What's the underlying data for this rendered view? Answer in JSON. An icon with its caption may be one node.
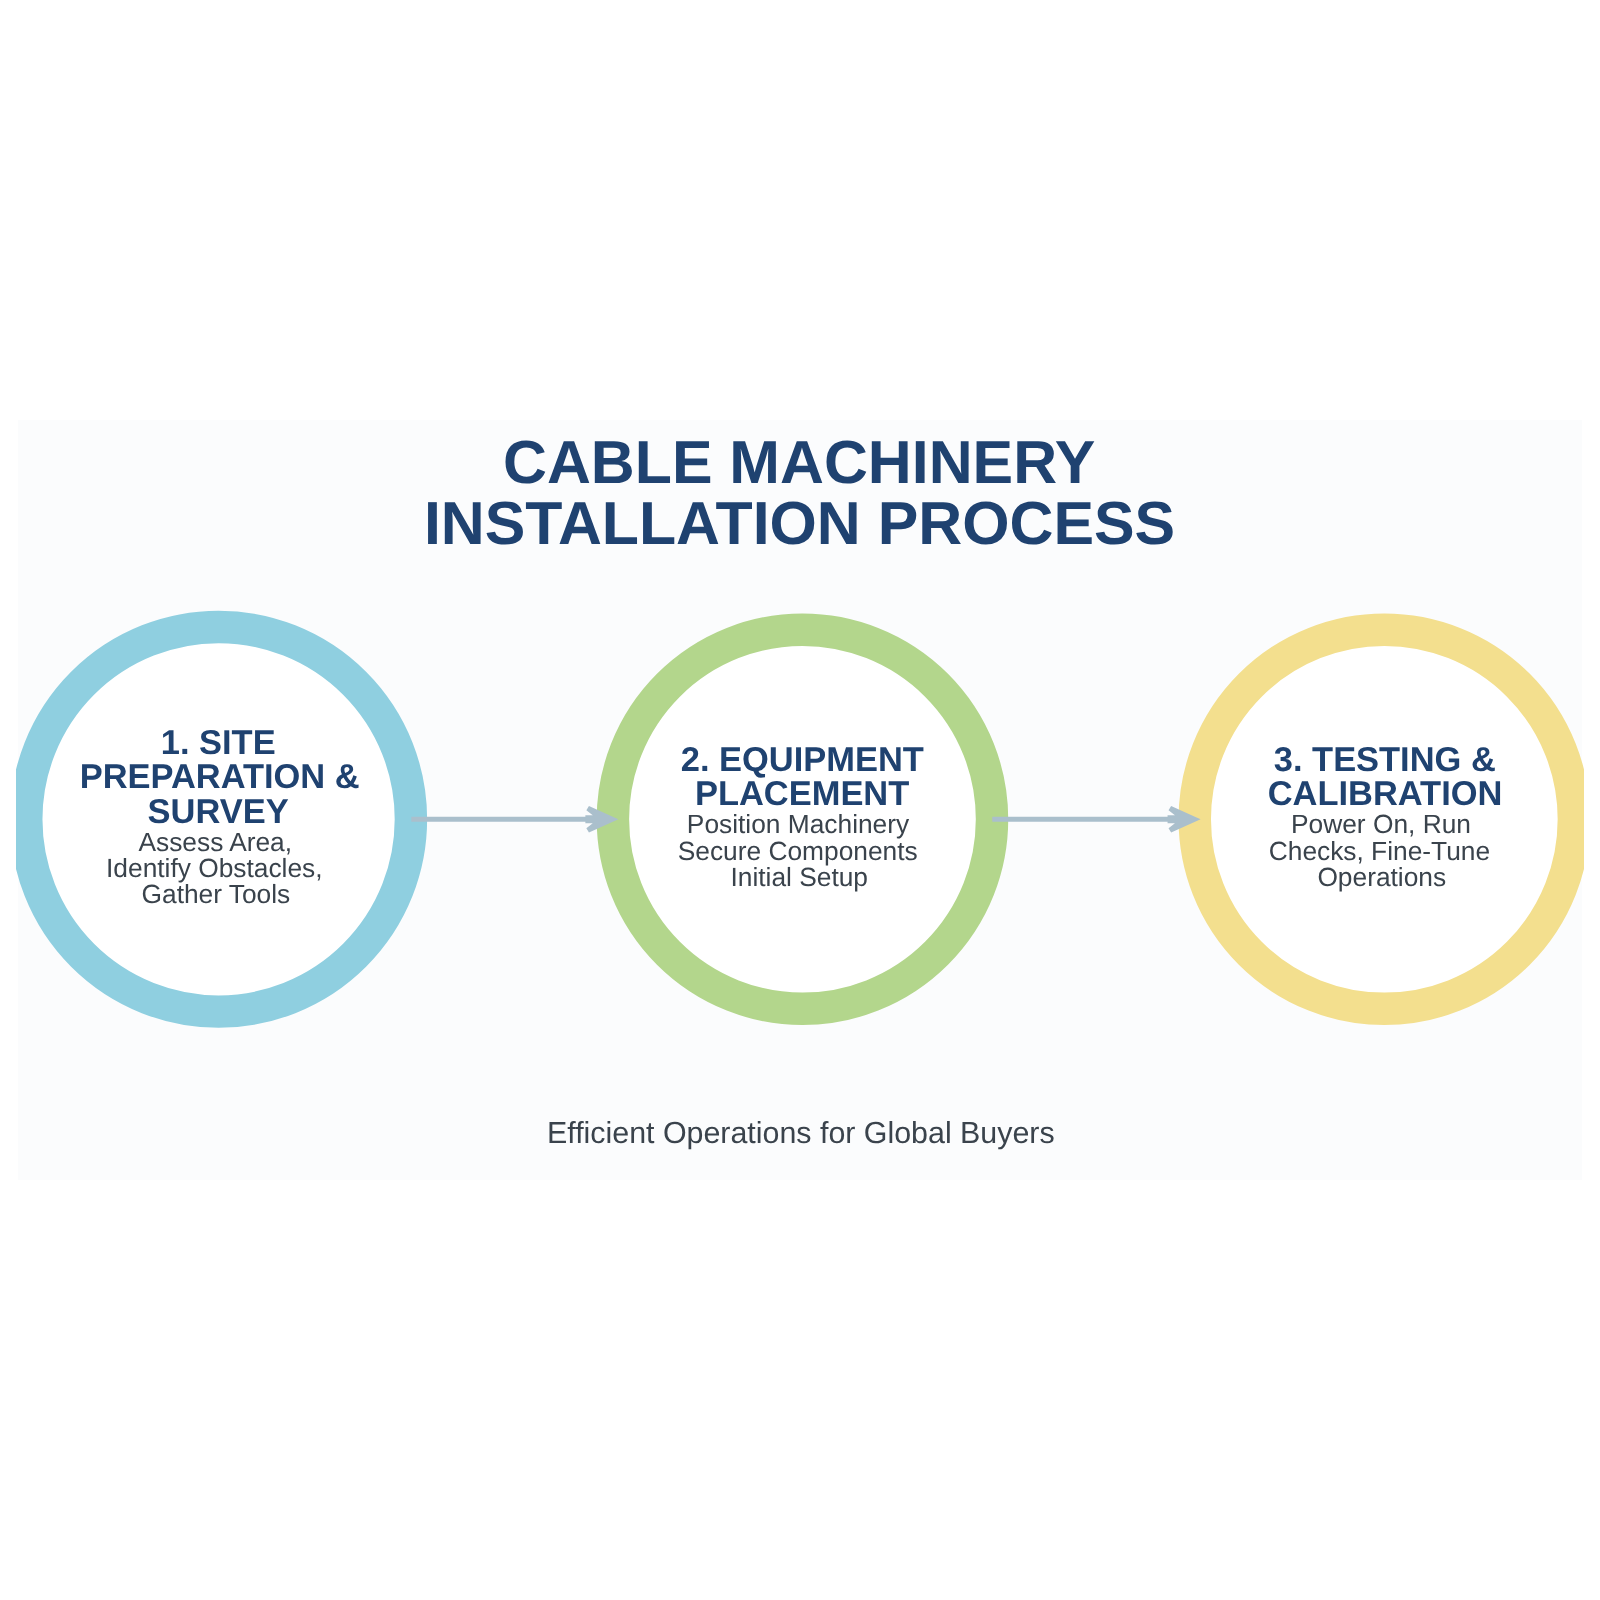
{
  "diagram": {
    "title": "CABLE MACHINERY INSTALLATION PROCESS",
    "caption": "Efficient Operations for Global Buyers",
    "nodes": [
      {
        "text": [
          "1. SITE PREPARATION & SURVEY",
          "Assess Area, Identify Obstacles, Gather Tools"
        ]
      },
      {
        "text": [
          "2. EQUIPMENT PLACEMENT",
          "Position Machinery",
          "Secure Components Initial Setup"
        ]
      },
      {
        "text": [
          "3. TESTING & CALIBRATION",
          "Power On, Run Checks, Fine-Tune Operations"
        ]
      }
    ],
    "edges": [
      {
        "from": 0,
        "to": 1,
        "arrow": "to"
      },
      {
        "from": 1,
        "to": 2,
        "arrow": "to"
      }
    ]
  }
}
